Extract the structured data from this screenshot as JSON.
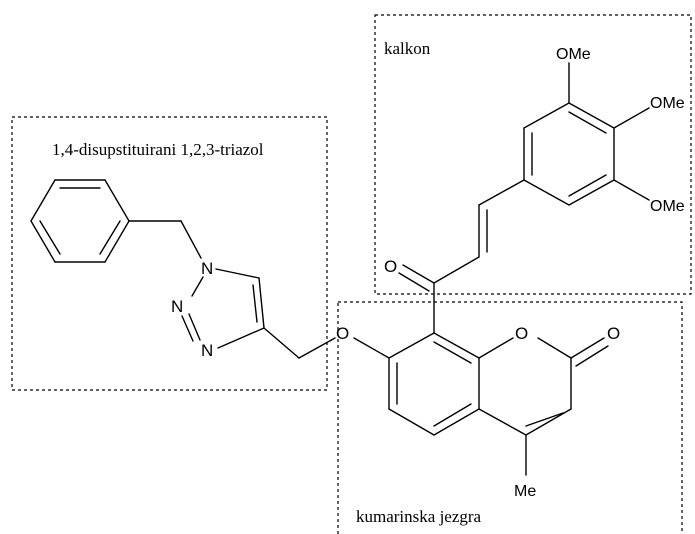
{
  "regions": {
    "triazole": "1,4-disupstituirani 1,2,3-triazol",
    "chalcone": "kalkon",
    "coumarin": "kumarinska jezgra"
  },
  "atoms": {
    "n1": "N",
    "n2": "N",
    "n3": "N",
    "o_ether": "O",
    "o_ketone": "O",
    "o_ring": "O",
    "o_lactone": "O",
    "ome_top": "OMe",
    "ome_mid": "OMe",
    "ome_bot": "OMe",
    "me": "Me"
  },
  "colors": {
    "ink": "#000000",
    "background": "#ffffff"
  }
}
